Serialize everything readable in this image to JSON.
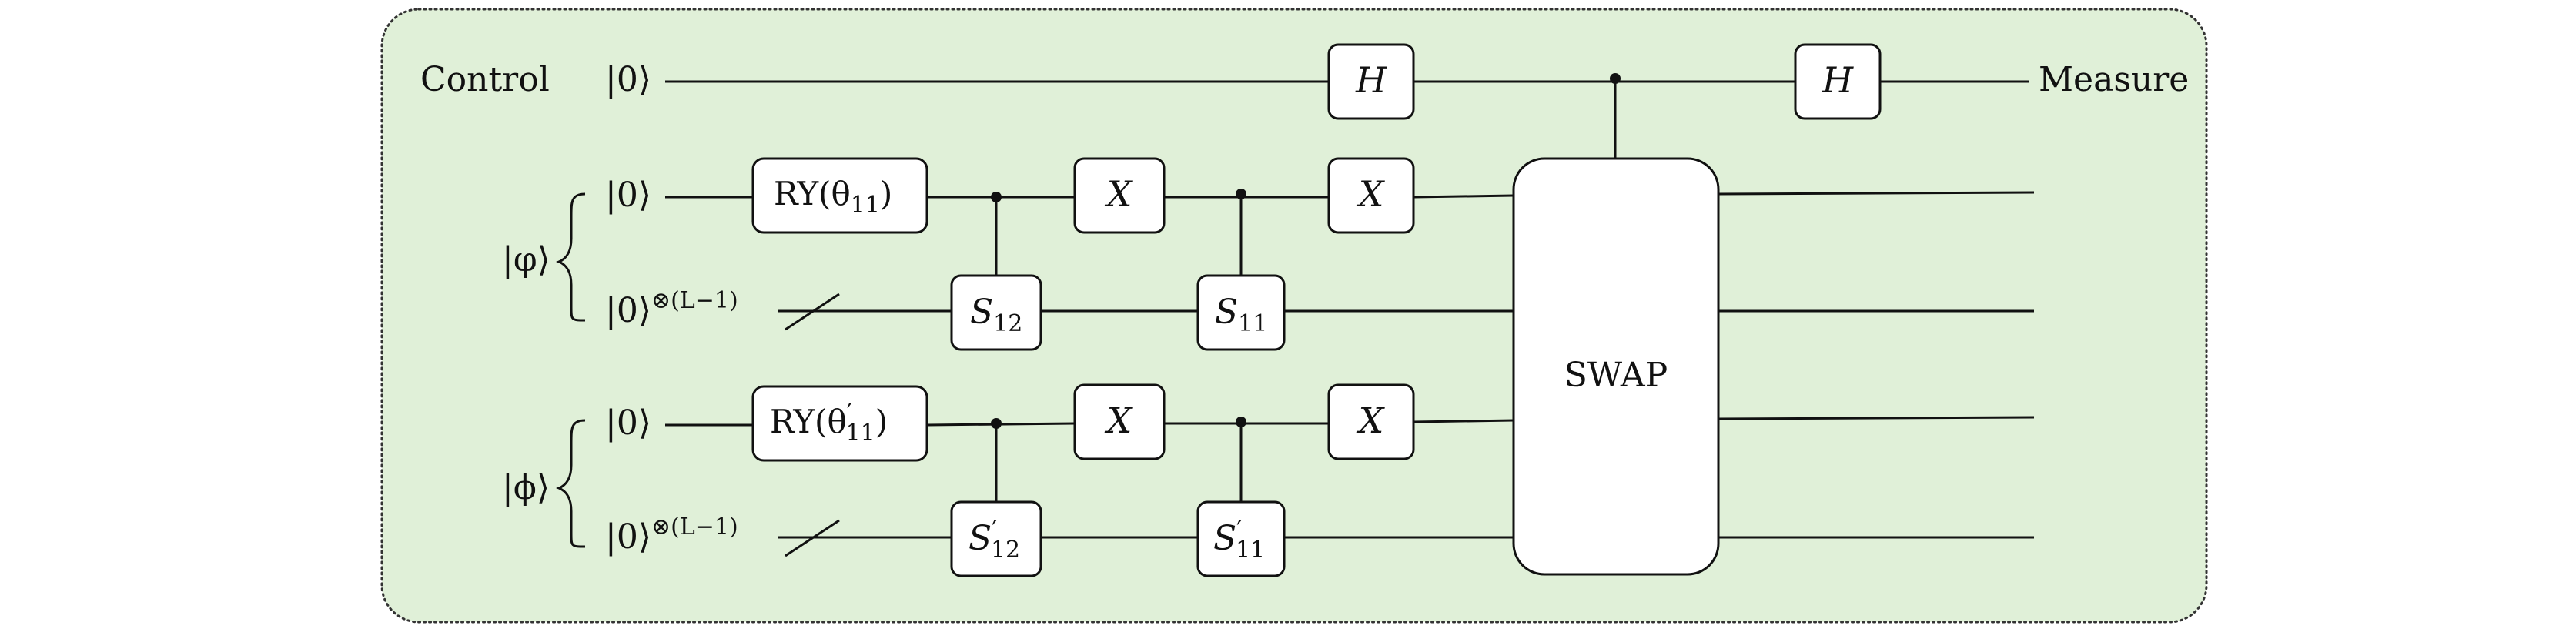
{
  "labels": {
    "control": "Control",
    "measure": "Measure",
    "ket0": "|0⟩",
    "phi_reg": "|φ⟩",
    "psi_reg": "|ϕ⟩",
    "tensor_sup": "⊗(L−1)"
  },
  "gates": {
    "h": "H",
    "x": "X",
    "ry_main": "RY(θ",
    "ry_sub": "11",
    "ry_prime": "′",
    "ry_close": ")",
    "s": "S",
    "s12_sub": "12",
    "s11_sub": "11",
    "prime": "′",
    "swap": "SWAP"
  },
  "style": {
    "panel_fill": "#e0f0d8",
    "line_color": "#111111"
  }
}
